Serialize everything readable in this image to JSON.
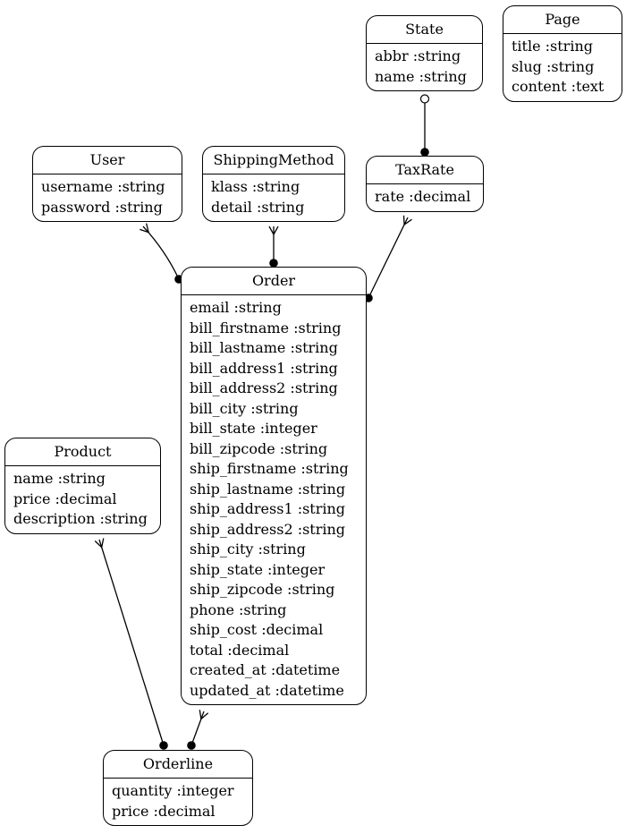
{
  "entities": [
    {
      "id": "state",
      "title": "State",
      "attributes": [
        "abbr :string",
        "name :string"
      ]
    },
    {
      "id": "page",
      "title": "Page",
      "attributes": [
        "title :string",
        "slug :string",
        "content :text"
      ]
    },
    {
      "id": "user",
      "title": "User",
      "attributes": [
        "username :string",
        "password :string"
      ]
    },
    {
      "id": "shippingmethod",
      "title": "ShippingMethod",
      "attributes": [
        "klass :string",
        "detail :string"
      ]
    },
    {
      "id": "taxrate",
      "title": "TaxRate",
      "attributes": [
        "rate :decimal"
      ]
    },
    {
      "id": "order",
      "title": "Order",
      "attributes": [
        "email :string",
        "bill_firstname :string",
        "bill_lastname :string",
        "bill_address1 :string",
        "bill_address2 :string",
        "bill_city :string",
        "bill_state :integer",
        "bill_zipcode :string",
        "ship_firstname :string",
        "ship_lastname :string",
        "ship_address1 :string",
        "ship_address2 :string",
        "ship_city :string",
        "ship_state :integer",
        "ship_zipcode :string",
        "phone :string",
        "ship_cost :decimal",
        "total :decimal",
        "created_at :datetime",
        "updated_at :datetime"
      ]
    },
    {
      "id": "product",
      "title": "Product",
      "attributes": [
        "name :string",
        "price :decimal",
        "description :string"
      ]
    },
    {
      "id": "orderline",
      "title": "Orderline",
      "attributes": [
        "quantity :integer",
        "price :decimal"
      ]
    }
  ],
  "relationships": [
    {
      "id": "state-taxrate",
      "one": "state",
      "many": "taxrate",
      "one_marker": "open-circle",
      "many_marker": "dot"
    },
    {
      "id": "user-order",
      "one": "user",
      "many": "order",
      "one_marker": "crow-foot",
      "many_marker": "dot"
    },
    {
      "id": "shippingmethod-order",
      "one": "shippingmethod",
      "many": "order",
      "one_marker": "crow-foot",
      "many_marker": "dot"
    },
    {
      "id": "taxrate-order",
      "one": "taxrate",
      "many": "order",
      "one_marker": "crow-foot",
      "many_marker": "dot"
    },
    {
      "id": "order-orderline",
      "one": "order",
      "many": "orderline",
      "one_marker": "crow-foot",
      "many_marker": "dot"
    },
    {
      "id": "product-orderline",
      "one": "product",
      "many": "orderline",
      "one_marker": "crow-foot",
      "many_marker": "dot"
    }
  ],
  "colors": {
    "stroke": "#000000",
    "background": "#ffffff"
  }
}
